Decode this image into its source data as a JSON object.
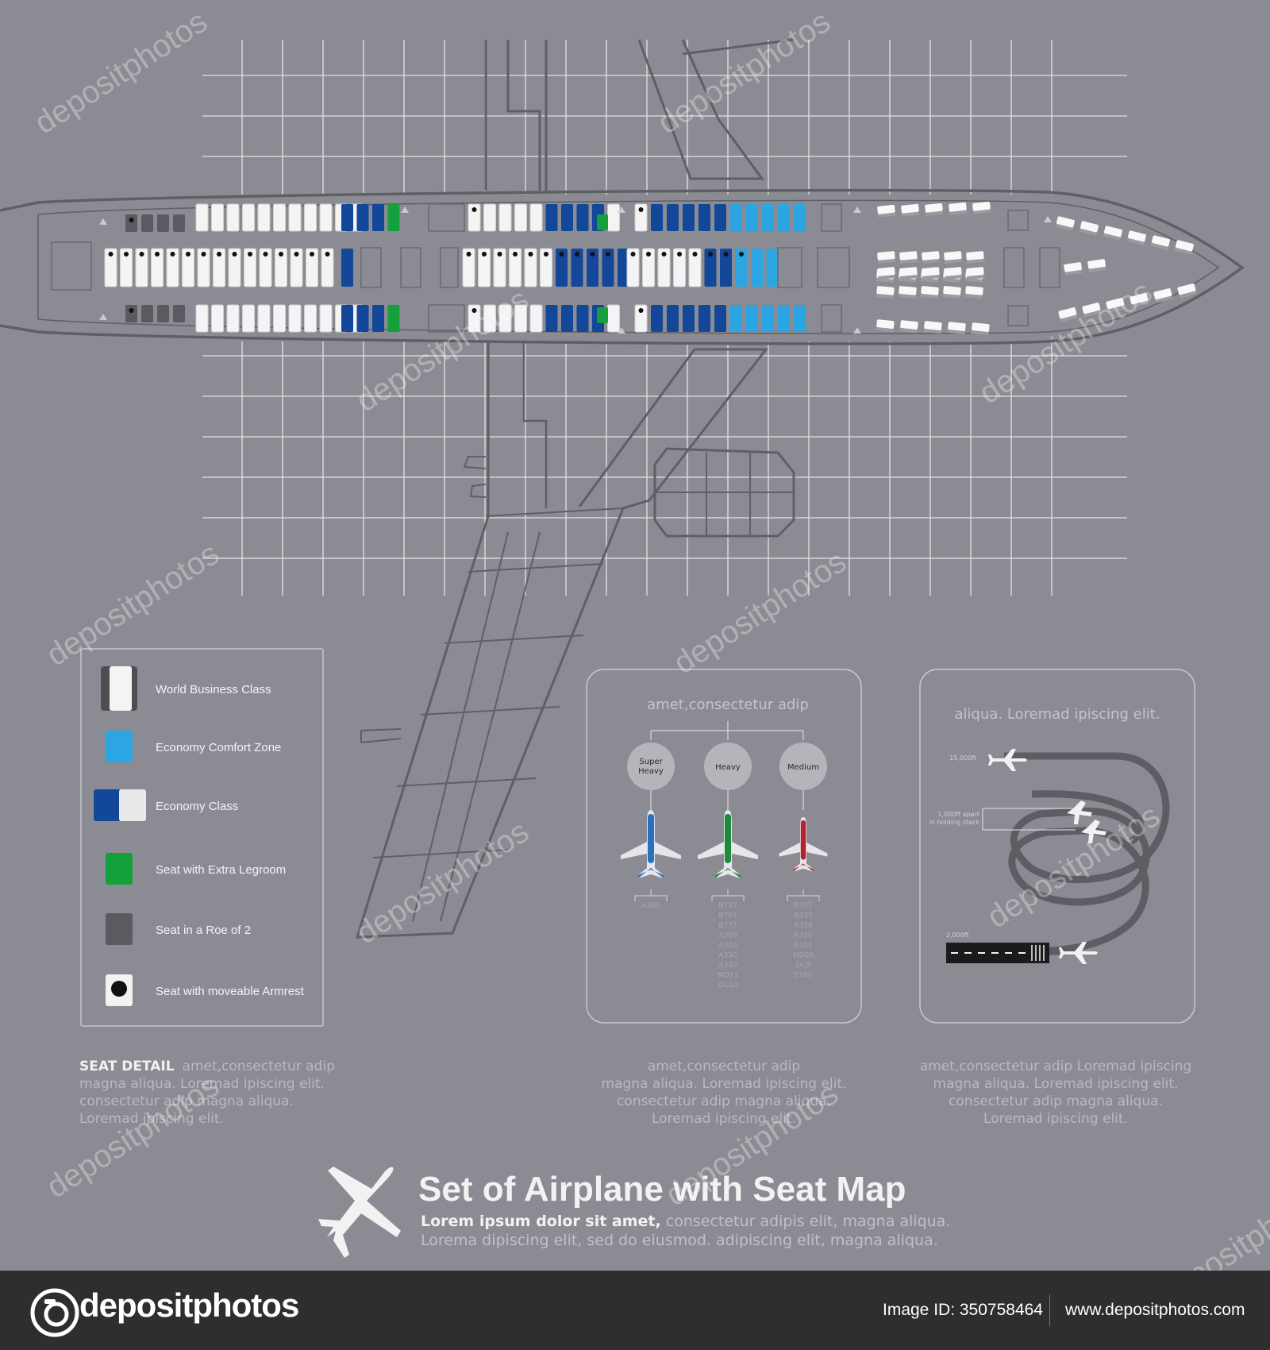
{
  "colors": {
    "background": "#8b8b93",
    "grid": "#f2f2f2",
    "outline": "#5f5f66",
    "business_seat": "#f4f4f4",
    "comfort_seat": "#2ba6e2",
    "economy_seat": "#12479a",
    "extra_legroom": "#14a03c",
    "row_of_two": "#5a5a60",
    "footer": "#2e2e30"
  },
  "legend": {
    "items": [
      {
        "icon": "business-seat-icon",
        "label": "World Business Class"
      },
      {
        "icon": "comfort-seat-icon",
        "label": "Economy Comfort Zone"
      },
      {
        "icon": "economy-seat-icon",
        "label": "Economy Class"
      },
      {
        "icon": "legroom-seat-icon",
        "label": "Seat with Extra Legroom"
      },
      {
        "icon": "pair-seat-icon",
        "label": "Seat in a Roe of 2"
      },
      {
        "icon": "armrest-seat-icon",
        "label": "Seat with moveable Armrest"
      }
    ]
  },
  "wake_panel": {
    "title": "amet,consectetur adip",
    "categories": [
      {
        "label_lines": [
          "Super",
          "Heavy"
        ],
        "color": "#2a6fc0",
        "models": [
          "A380"
        ]
      },
      {
        "label_lines": [
          "Heavy"
        ],
        "color": "#1e8a3c",
        "models": [
          "B747",
          "B767",
          "B777",
          "A300",
          "A310",
          "A330",
          "A340",
          "MD11",
          "DC10"
        ]
      },
      {
        "label_lines": [
          "Medium"
        ],
        "color": "#b32430",
        "models": [
          "B757",
          "B737",
          "A319",
          "A320",
          "A321",
          "MD80",
          "DC9",
          "E190"
        ]
      }
    ]
  },
  "holding_panel": {
    "title": "aliqua. Loremad ipiscing elit.",
    "altitude_top": "15,000ft",
    "apart_lines": [
      "1,000ft apart",
      "in holding stack"
    ],
    "altitude_bottom": "2,000ft"
  },
  "captions": {
    "seat_detail_label": "SEAT DETAIL",
    "seat_detail_lines": [
      "amet,consectetur adip",
      "magna aliqua. Loremad ipiscing elit.",
      "consectetur adip magna aliqua.",
      "Loremad ipiscing elit."
    ],
    "middle_lines": [
      "amet,consectetur adip",
      "magna aliqua. Loremad ipiscing elit.",
      "consectetur adip magna aliqua.",
      "Loremad ipiscing elit."
    ],
    "right_lines": [
      "amet,consectetur adip Loremad ipiscing",
      "magna aliqua. Loremad ipiscing elit.",
      "consectetur adip magna aliqua.",
      "Loremad ipiscing elit."
    ]
  },
  "title_block": {
    "title": "Set of Airplane with Seat Map",
    "subtitle_bold": "Lorem ipsum dolor sit amet,",
    "subtitle_rest": " consectetur adipis elit, magna aliqua.",
    "subtitle_line2": "Lorema dipiscing elit, sed do eiusmod. adipiscing elit, magna aliqua."
  },
  "watermark": {
    "text": "depositphotos"
  },
  "footer": {
    "brand": "depositphotos",
    "image_id_label": "Image ID: 350758464",
    "site": "www.depositphotos.com"
  }
}
